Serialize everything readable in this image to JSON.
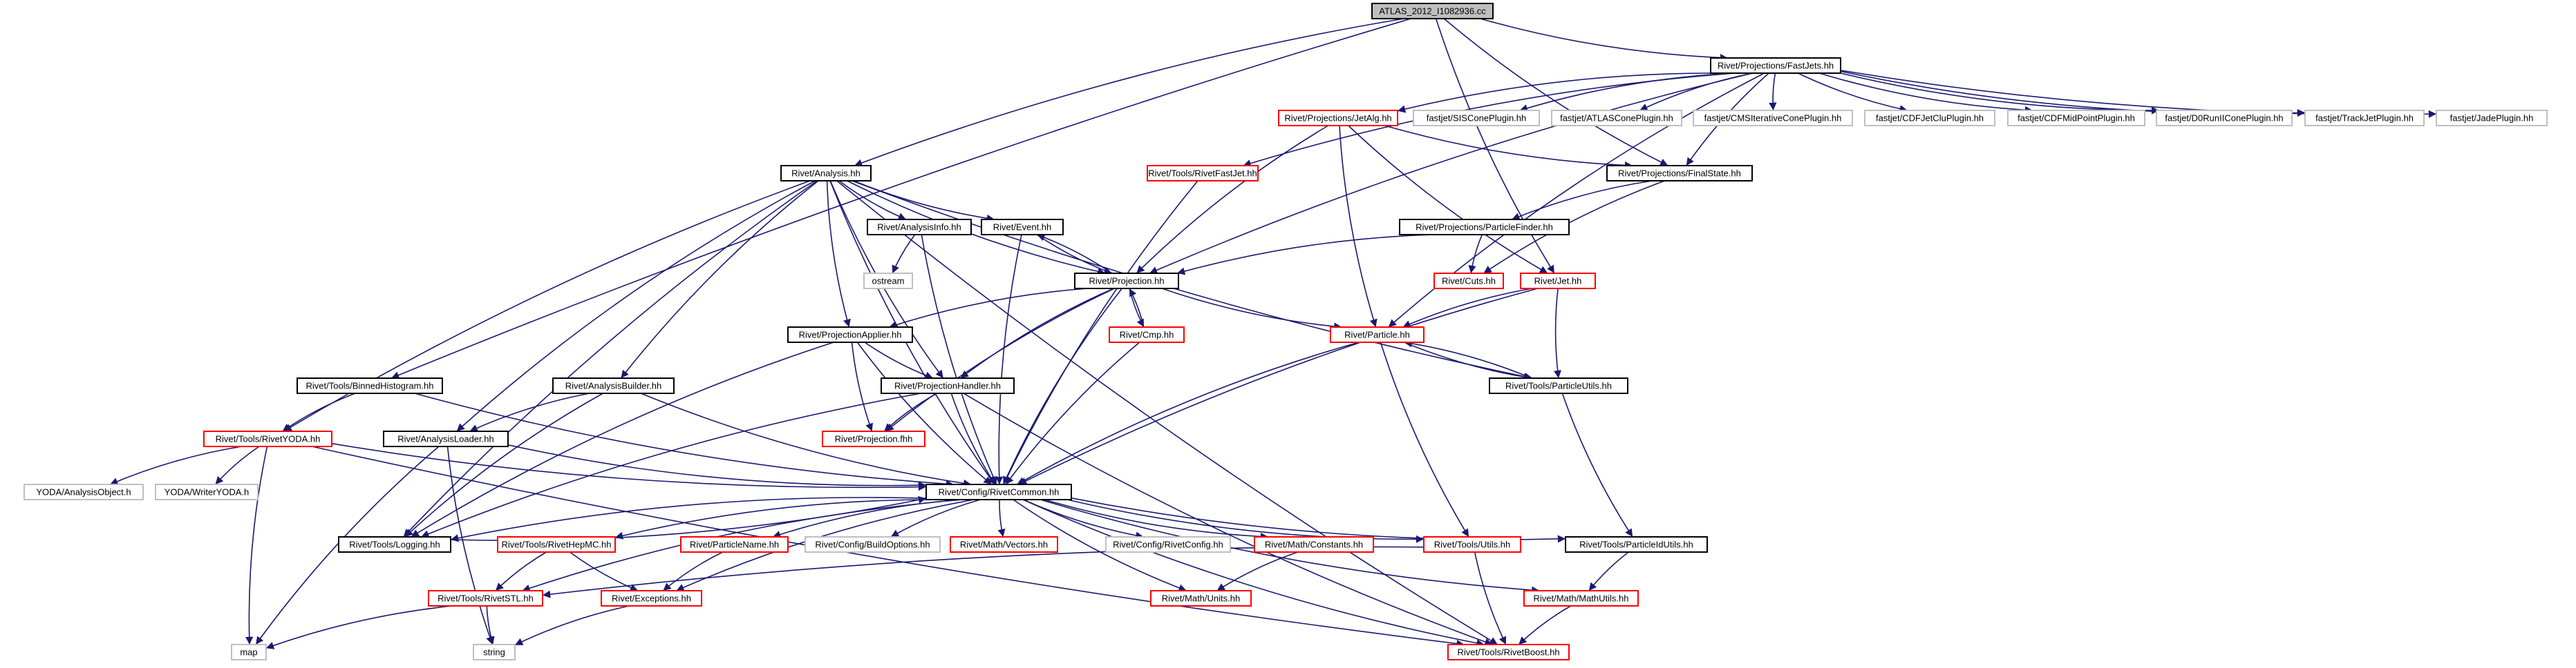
{
  "diagram": {
    "colors": {
      "edge": "#191970",
      "root_fill": "#bfbfbf",
      "border_black": "#000000",
      "border_red": "#ff0000",
      "border_grey": "#bfbfbf",
      "text": "#000000"
    },
    "nodes": [
      {
        "id": "root",
        "label": "ATLAS_2012_I1082936.cc",
        "style": "root"
      },
      {
        "id": "fastjets",
        "label": "Rivet/Projections/FastJets.hh",
        "style": "black"
      },
      {
        "id": "analysis",
        "label": "Rivet/Analysis.hh",
        "style": "black"
      },
      {
        "id": "binned",
        "label": "Rivet/Tools/BinnedHistogram.hh",
        "style": "black"
      },
      {
        "id": "jetalg",
        "label": "Rivet/Projections/JetAlg.hh",
        "style": "red"
      },
      {
        "id": "siscone",
        "label": "fastjet/SISConePlugin.hh",
        "style": "grey"
      },
      {
        "id": "atlascone",
        "label": "fastjet/ATLASConePlugin.hh",
        "style": "grey"
      },
      {
        "id": "cmsit",
        "label": "fastjet/CMSIterativeConePlugin.hh",
        "style": "grey"
      },
      {
        "id": "cdfjetclu",
        "label": "fastjet/CDFJetCluPlugin.hh",
        "style": "grey"
      },
      {
        "id": "cdfmid",
        "label": "fastjet/CDFMidPointPlugin.hh",
        "style": "grey"
      },
      {
        "id": "d0run2",
        "label": "fastjet/D0RunIIConePlugin.hh",
        "style": "grey"
      },
      {
        "id": "trackjet",
        "label": "fastjet/TrackJetPlugin.hh",
        "style": "grey"
      },
      {
        "id": "jade",
        "label": "fastjet/JadePlugin.hh",
        "style": "grey"
      },
      {
        "id": "rivetfastjet",
        "label": "Rivet/Tools/RivetFastJet.hh",
        "style": "red"
      },
      {
        "id": "finalstate",
        "label": "Rivet/Projections/FinalState.hh",
        "style": "black"
      },
      {
        "id": "analysisinfo",
        "label": "Rivet/AnalysisInfo.hh",
        "style": "black"
      },
      {
        "id": "event",
        "label": "Rivet/Event.hh",
        "style": "black"
      },
      {
        "id": "ostream",
        "label": "ostream",
        "style": "grey"
      },
      {
        "id": "particlefinder",
        "label": "Rivet/Projections/ParticleFinder.hh",
        "style": "black"
      },
      {
        "id": "projection",
        "label": "Rivet/Projection.hh",
        "style": "black"
      },
      {
        "id": "cuts",
        "label": "Rivet/Cuts.hh",
        "style": "red"
      },
      {
        "id": "jet",
        "label": "Rivet/Jet.hh",
        "style": "red"
      },
      {
        "id": "projapplier",
        "label": "Rivet/ProjectionApplier.hh",
        "style": "black"
      },
      {
        "id": "cmp",
        "label": "Rivet/Cmp.hh",
        "style": "red"
      },
      {
        "id": "particle",
        "label": "Rivet/Particle.hh",
        "style": "red"
      },
      {
        "id": "analysisbuilder",
        "label": "Rivet/AnalysisBuilder.hh",
        "style": "black"
      },
      {
        "id": "projhandler",
        "label": "Rivet/ProjectionHandler.hh",
        "style": "black"
      },
      {
        "id": "particleutils",
        "label": "Rivet/Tools/ParticleUtils.hh",
        "style": "black"
      },
      {
        "id": "rivetyoda",
        "label": "Rivet/Tools/RivetYODA.hh",
        "style": "red"
      },
      {
        "id": "analysisloader",
        "label": "Rivet/AnalysisLoader.hh",
        "style": "black"
      },
      {
        "id": "projfhh",
        "label": "Rivet/Projection.fhh",
        "style": "red"
      },
      {
        "id": "yodaao",
        "label": "YODA/AnalysisObject.h",
        "style": "grey"
      },
      {
        "id": "yodawriter",
        "label": "YODA/WriterYODA.h",
        "style": "grey"
      },
      {
        "id": "rivetcommon",
        "label": "Rivet/Config/RivetCommon.hh",
        "style": "black"
      },
      {
        "id": "logging",
        "label": "Rivet/Tools/Logging.hh",
        "style": "black"
      },
      {
        "id": "hepmc",
        "label": "Rivet/Tools/RivetHepMC.hh",
        "style": "red"
      },
      {
        "id": "particlename",
        "label": "Rivet/ParticleName.hh",
        "style": "red"
      },
      {
        "id": "buildoptions",
        "label": "Rivet/Config/BuildOptions.hh",
        "style": "grey"
      },
      {
        "id": "vectors",
        "label": "Rivet/Math/Vectors.hh",
        "style": "red"
      },
      {
        "id": "rivetconfig",
        "label": "Rivet/Config/RivetConfig.hh",
        "style": "grey"
      },
      {
        "id": "constants",
        "label": "Rivet/Math/Constants.hh",
        "style": "red"
      },
      {
        "id": "utils",
        "label": "Rivet/Tools/Utils.hh",
        "style": "red"
      },
      {
        "id": "particleidutils",
        "label": "Rivet/Tools/ParticleIdUtils.hh",
        "style": "black"
      },
      {
        "id": "rivetstl",
        "label": "Rivet/Tools/RivetSTL.hh",
        "style": "red"
      },
      {
        "id": "exceptions",
        "label": "Rivet/Exceptions.hh",
        "style": "red"
      },
      {
        "id": "units",
        "label": "Rivet/Math/Units.hh",
        "style": "red"
      },
      {
        "id": "mathutils",
        "label": "Rivet/Math/MathUtils.hh",
        "style": "red"
      },
      {
        "id": "map",
        "label": "map",
        "style": "grey"
      },
      {
        "id": "string",
        "label": "string",
        "style": "grey"
      },
      {
        "id": "rivetboost",
        "label": "Rivet/Tools/RivetBoost.hh",
        "style": "red"
      }
    ],
    "edges": [
      [
        "root",
        "fastjets"
      ],
      [
        "root",
        "analysis"
      ],
      [
        "root",
        "binned"
      ],
      [
        "root",
        "jet"
      ],
      [
        "root",
        "finalstate"
      ],
      [
        "fastjets",
        "jetalg"
      ],
      [
        "fastjets",
        "siscone"
      ],
      [
        "fastjets",
        "atlascone"
      ],
      [
        "fastjets",
        "cmsit"
      ],
      [
        "fastjets",
        "cdfjetclu"
      ],
      [
        "fastjets",
        "cdfmid"
      ],
      [
        "fastjets",
        "d0run2"
      ],
      [
        "fastjets",
        "trackjet"
      ],
      [
        "fastjets",
        "jade"
      ],
      [
        "fastjets",
        "rivetfastjet"
      ],
      [
        "fastjets",
        "projection"
      ],
      [
        "fastjets",
        "particle"
      ],
      [
        "fastjets",
        "finalstate"
      ],
      [
        "jetalg",
        "finalstate"
      ],
      [
        "jetalg",
        "projection"
      ],
      [
        "jetalg",
        "particle"
      ],
      [
        "jetalg",
        "jet"
      ],
      [
        "rivetfastjet",
        "rivetcommon"
      ],
      [
        "finalstate",
        "particlefinder"
      ],
      [
        "finalstate",
        "cuts"
      ],
      [
        "particlefinder",
        "projection"
      ],
      [
        "particlefinder",
        "cuts"
      ],
      [
        "analysis",
        "analysisinfo"
      ],
      [
        "analysis",
        "event"
      ],
      [
        "analysis",
        "projection"
      ],
      [
        "analysis",
        "projapplier"
      ],
      [
        "analysis",
        "projhandler"
      ],
      [
        "analysis",
        "analysisbuilder"
      ],
      [
        "analysis",
        "analysisloader"
      ],
      [
        "analysis",
        "rivetyoda"
      ],
      [
        "analysis",
        "rivetcommon"
      ],
      [
        "analysis",
        "logging"
      ],
      [
        "analysis",
        "particleutils"
      ],
      [
        "analysis",
        "rivetboost"
      ],
      [
        "analysisinfo",
        "ostream"
      ],
      [
        "analysisinfo",
        "rivetcommon"
      ],
      [
        "event",
        "projection"
      ],
      [
        "event",
        "rivetcommon"
      ],
      [
        "projection",
        "event"
      ],
      [
        "projection",
        "cmp"
      ],
      [
        "projection",
        "particle"
      ],
      [
        "projection",
        "projapplier"
      ],
      [
        "projection",
        "projhandler"
      ],
      [
        "projection",
        "projfhh"
      ],
      [
        "projection",
        "rivetcommon"
      ],
      [
        "cmp",
        "projection"
      ],
      [
        "cmp",
        "rivetcommon"
      ],
      [
        "projapplier",
        "projhandler"
      ],
      [
        "projapplier",
        "projfhh"
      ],
      [
        "projapplier",
        "rivetcommon"
      ],
      [
        "projapplier",
        "logging"
      ],
      [
        "projhandler",
        "projfhh"
      ],
      [
        "projhandler",
        "rivetcommon"
      ],
      [
        "projhandler",
        "logging"
      ],
      [
        "projhandler",
        "rivetboost"
      ],
      [
        "analysisbuilder",
        "analysisloader"
      ],
      [
        "analysisbuilder",
        "rivetcommon"
      ],
      [
        "analysisbuilder",
        "logging"
      ],
      [
        "analysisloader",
        "rivetcommon"
      ],
      [
        "analysisloader",
        "map"
      ],
      [
        "analysisloader",
        "string"
      ],
      [
        "binned",
        "rivetyoda"
      ],
      [
        "binned",
        "rivetcommon"
      ],
      [
        "rivetyoda",
        "yodaao"
      ],
      [
        "rivetyoda",
        "yodawriter"
      ],
      [
        "rivetyoda",
        "rivetcommon"
      ],
      [
        "rivetyoda",
        "map"
      ],
      [
        "rivetyoda",
        "rivetboost"
      ],
      [
        "jet",
        "particle"
      ],
      [
        "jet",
        "particleutils"
      ],
      [
        "jet",
        "rivetcommon"
      ],
      [
        "particle",
        "particleutils"
      ],
      [
        "particle",
        "rivetcommon"
      ],
      [
        "particle",
        "utils"
      ],
      [
        "particleutils",
        "particle"
      ],
      [
        "particleutils",
        "particleidutils"
      ],
      [
        "rivetcommon",
        "logging"
      ],
      [
        "rivetcommon",
        "hepmc"
      ],
      [
        "rivetcommon",
        "particlename"
      ],
      [
        "rivetcommon",
        "buildoptions"
      ],
      [
        "rivetcommon",
        "vectors"
      ],
      [
        "rivetcommon",
        "rivetconfig"
      ],
      [
        "rivetcommon",
        "constants"
      ],
      [
        "rivetcommon",
        "utils"
      ],
      [
        "rivetcommon",
        "particleidutils"
      ],
      [
        "rivetcommon",
        "rivetstl"
      ],
      [
        "rivetcommon",
        "exceptions"
      ],
      [
        "rivetcommon",
        "units"
      ],
      [
        "rivetcommon",
        "mathutils"
      ],
      [
        "rivetcommon",
        "rivetboost"
      ],
      [
        "logging",
        "rivetcommon"
      ],
      [
        "hepmc",
        "rivetstl"
      ],
      [
        "hepmc",
        "exceptions"
      ],
      [
        "particlename",
        "exceptions"
      ],
      [
        "constants",
        "units"
      ],
      [
        "utils",
        "rivetstl"
      ],
      [
        "utils",
        "rivetboost"
      ],
      [
        "particleidutils",
        "mathutils"
      ],
      [
        "mathutils",
        "rivetboost"
      ],
      [
        "rivetstl",
        "map"
      ],
      [
        "rivetstl",
        "string"
      ],
      [
        "exceptions",
        "string"
      ]
    ]
  }
}
